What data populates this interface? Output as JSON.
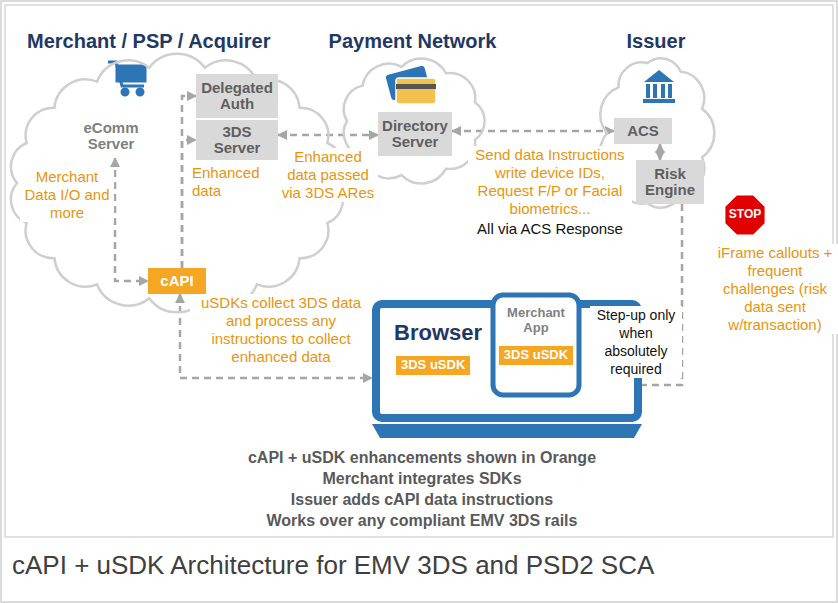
{
  "diagram": {
    "caption": "cAPI + uSDK Architecture for EMV 3DS and PSD2 SCA",
    "nodes": [
      {
        "text": [
          "Merchant / PSP / Acquirer"
        ]
      },
      {
        "text": [
          "eComm Server"
        ],
        "in": 0
      },
      {
        "text": [
          "Delegated Auth"
        ],
        "in": 0
      },
      {
        "text": [
          "3DS Server"
        ],
        "in": 0
      },
      {
        "text": [
          "cAPI"
        ],
        "in": 0
      },
      {
        "text": [
          "Payment Network"
        ]
      },
      {
        "text": [
          "Directory Server"
        ],
        "in": 5
      },
      {
        "text": [
          "Issuer"
        ]
      },
      {
        "text": [
          "ACS"
        ],
        "in": 7
      },
      {
        "text": [
          "Risk Engine"
        ],
        "in": 7
      },
      {
        "text": [
          "STOP"
        ]
      },
      {
        "text": [
          "Browser",
          "3DS uSDK"
        ]
      },
      {
        "text": [
          "Merchant App",
          "3DS uSDK"
        ]
      }
    ],
    "edges": [
      {
        "from": 1,
        "to": 4,
        "arrow": "both",
        "label": "Merchant Data I/O and more"
      },
      {
        "from": 4,
        "to": 2,
        "arrow": "to"
      },
      {
        "from": 4,
        "to": 3,
        "arrow": "to",
        "label": "Enhanced data"
      },
      {
        "from": 3,
        "to": 6,
        "arrow": "both",
        "label": "Enhanced data passed via 3DS ARes"
      },
      {
        "from": 6,
        "to": 8,
        "arrow": "both",
        "label": "Send data Instructions write device IDs, Request F/P or Facial biometrics..."
      },
      {
        "from": 8,
        "to": 9,
        "arrow": "both"
      },
      {
        "from": 9,
        "to": 12,
        "arrow": "to",
        "label": "Step-up only when absolutely required"
      },
      {
        "from": 4,
        "to": 11,
        "arrow": "both",
        "label": "uSDKs collect 3DS data and process any instructions to collect enhanced data"
      }
    ],
    "labels": [
      "All via ACS Response",
      "iFrame callouts + frequent challenges (risk data sent w/transaction)",
      "cAPI + uSDK enhancements shown in Orange",
      "Merchant integrates SDKs",
      "Issuer adds cAPI data instructions",
      "Works over any compliant EMV 3DS rails"
    ]
  }
}
